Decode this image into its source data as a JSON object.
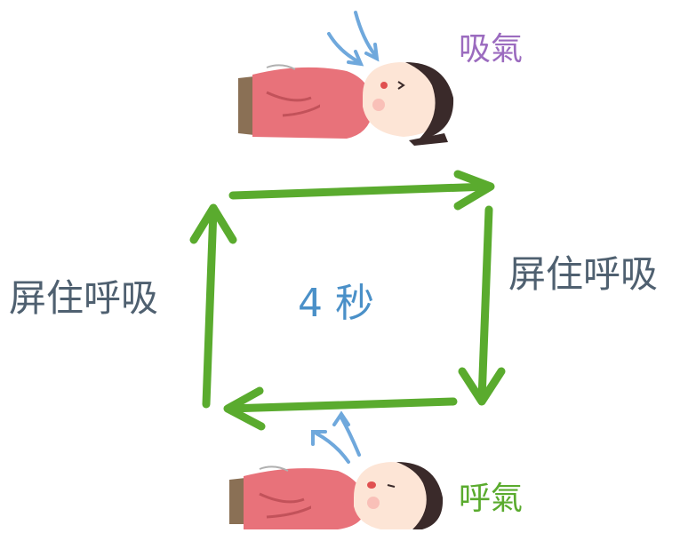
{
  "labels": {
    "inhale": "吸氣",
    "exhale": "呼氣",
    "hold_left": "屏住呼吸",
    "hold_right": "屏住呼吸",
    "duration": "4 秒"
  },
  "icons": {
    "top": "woman-lying-inhaling-icon",
    "bottom": "woman-lying-exhaling-icon"
  },
  "colors": {
    "arrow": "#5aab2e",
    "inhale_text": "#9b6bbf",
    "exhale_text": "#5aab2e",
    "hold_text": "#4f6070",
    "center_text": "#4a90c8",
    "breath_arrow": "#6fa8dc",
    "shirt": "#e8727a",
    "skin": "#fde5d6",
    "hair": "#3a2a2a",
    "pants": "#8a7055"
  }
}
